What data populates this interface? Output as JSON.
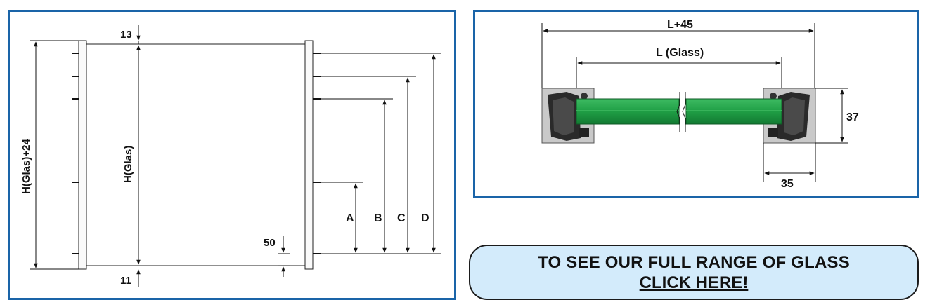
{
  "front_view": {
    "dim_top_offset": "13",
    "dim_bottom_offset": "11",
    "dim_total_height": "H(Glas)+24",
    "dim_glass_height": "H(Glas)",
    "dim_bottom_margin": "50",
    "label_a": "A",
    "label_b": "B",
    "label_c": "C",
    "label_d": "D"
  },
  "section_view": {
    "dim_total_length": "L+45",
    "dim_glass_length": "L (Glass)",
    "dim_height": "37",
    "dim_profile_width": "35",
    "glass_color": "#1f9e45",
    "profile_color": "#c9c9c9"
  },
  "cta": {
    "line1": "TO SEE OUR FULL RANGE OF GLASS",
    "line2": "CLICK HERE!"
  },
  "colors": {
    "border_blue": "#1a64a8",
    "button_fill": "#d3ebfb"
  }
}
